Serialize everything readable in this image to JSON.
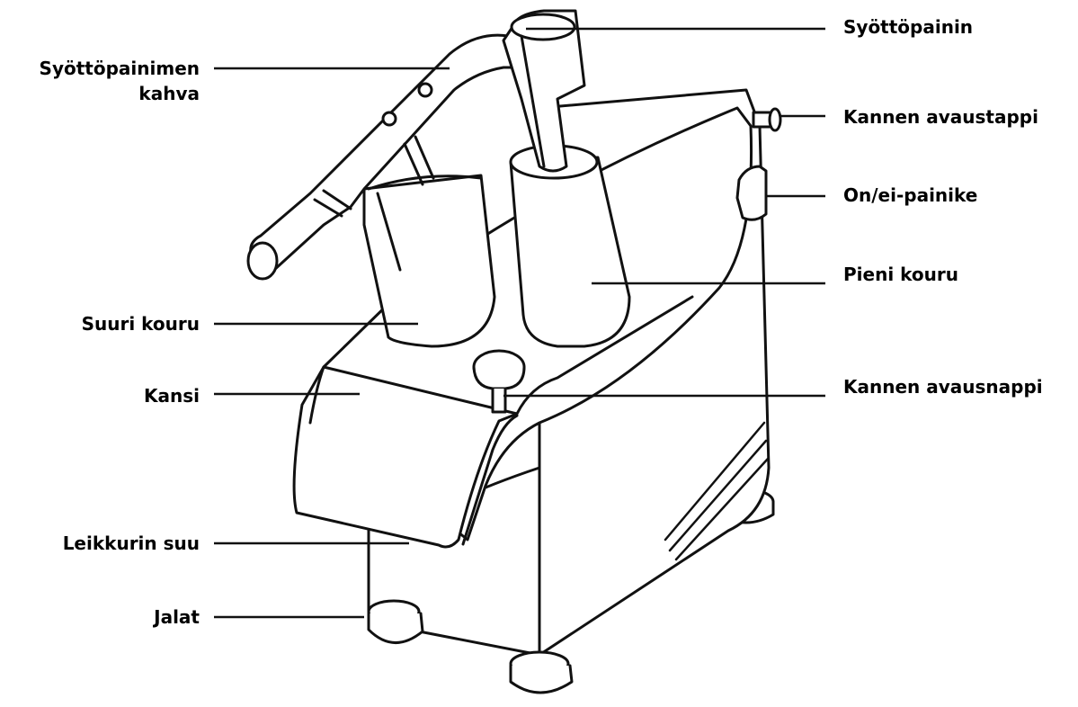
{
  "diagram": {
    "subject": "vegetable cutter machine",
    "labels": {
      "feed_handle_line1": "Syöttöpainimen",
      "feed_handle_line2": "kahva",
      "large_chute": "Suuri kouru",
      "lid": "Kansi",
      "cutter_mouth": "Leikkurin suu",
      "feet": "Jalat",
      "pusher": "Syöttöpainin",
      "lid_release_pin": "Kannen avaustappi",
      "on_off_button": "On/ei-painike",
      "small_chute": "Pieni kouru",
      "lid_release_knob": "Kannen avausnappi"
    }
  }
}
